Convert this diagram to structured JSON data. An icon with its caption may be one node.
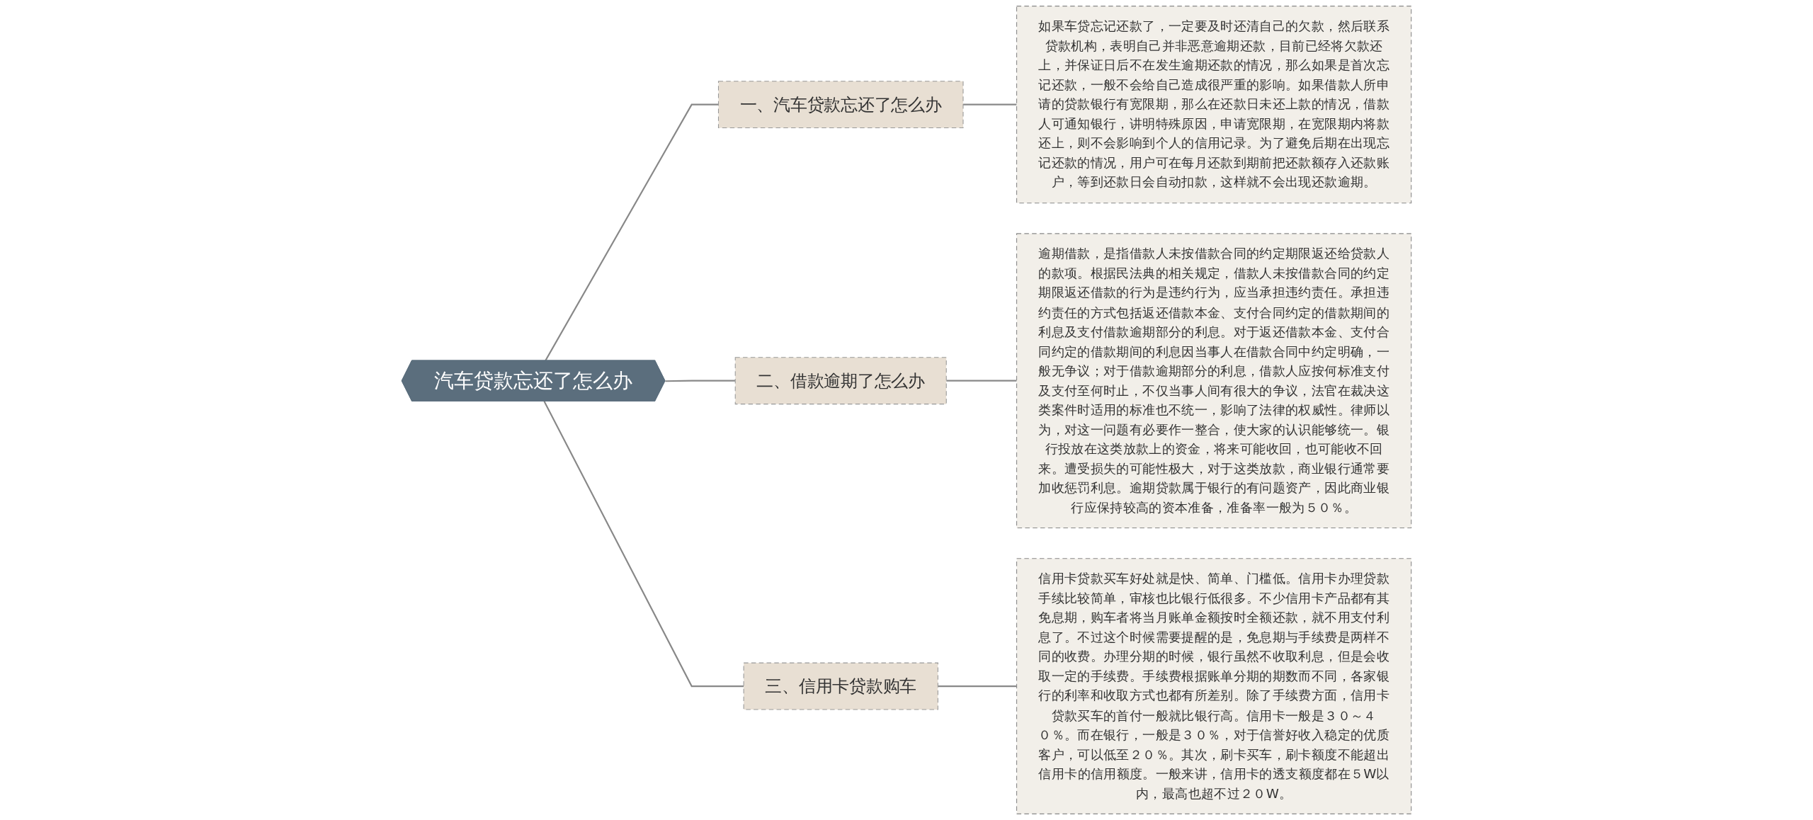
{
  "diagram": {
    "nodes": [
      {
        "text": [
          "汽车贷款忘还了怎么办"
        ]
      },
      {
        "text": [
          "一、汽车贷款忘还了怎么办"
        ]
      },
      {
        "text": [
          "如果车贷忘记还款了，一定要及时还清自己的欠款，然后联系贷款机构，表明自己并非恶意逾期还款，目前已经将欠款还上，并保证日后不在发生逾期还款的情况，那么如果是首次忘记还款，一般不会给自己造成很严重的影响。如果借款人所申请的贷款银行有宽限期，那么在还款日未还上款的情况，借款人可通知银行，讲明特殊原因，申请宽限期，在宽限期内将款还上，则不会影响到个人的信用记录。为了避免后期在出现忘记还款的情况，用户可在每月还款到期前把还款额存入还款账户，等到还款日会自动扣款，这样就不会出现还款逾期。"
        ]
      },
      {
        "text": [
          "二、借款逾期了怎么办"
        ]
      },
      {
        "text": [
          "逾期借款，是指借款人未按借款合同的约定期限返还给贷款人的款项。根据民法典的相关规定，借款人未按借款合同的约定期限返还借款的行为是违约行为，应当承担违约责任。承担违约责任的方式包括返还借款本金、支付合同约定的借款期间的利息及支付借款逾期部分的利息。对于返还借款本金、支付合同约定的借款期间的利息因当事人在借款合同中约定明确，一般无争议；对于借款逾期部分的利息，借款人应按何标准支付及支付至何时止，不仅当事人间有很大的争议，法官在裁决这类案件时适用的标准也不统一，影响了法律的权威性。律师以为，对这一问题有必要作一整合，使大家的认识能够统一。银行投放在这类放款上的资金，将来可能收回，也可能收不回来。遭受损失的可能性极大，对于这类放款，商业银行通常要加收惩罚利息。逾期贷款属于银行的有问题资产，因此商业银行应保持较高的资本准备，准备率一般为５０％。"
        ]
      },
      {
        "text": [
          "三、信用卡贷款购车"
        ]
      },
      {
        "text": [
          "信用卡贷款买车好处就是快、简单、门槛低。信用卡办理贷款手续比较简单，审核也比银行低很多。不少信用卡产品都有其免息期，购车者将当月账单金额按时全额还款，就不用支付利息了。不过这个时候需要提醒的是，免息期与手续费是两样不同的收费。办理分期的时候，银行虽然不收取利息，但是会收取一定的手续费。手续费根据账单分期的期数而不同，各家银行的利率和收取方式也都有所差别。除了手续费方面，信用卡贷款买车的首付一般就比银行高。信用卡一般是３０～４０％。而在银行，一般是３０％，对于信誉好收入稳定的优质客户，可以低至２０％。其次，刷卡买车，刷卡额度不能超出信用卡的信用额度。一般来讲，信用卡的透支额度都在５W以内，最高也超不过２０W。"
        ]
      }
    ],
    "edges": [
      {
        "from": 0,
        "to": 1,
        "arrow": "none"
      },
      {
        "from": 1,
        "to": 2,
        "arrow": "none"
      },
      {
        "from": 0,
        "to": 3,
        "arrow": "none"
      },
      {
        "from": 3,
        "to": 4,
        "arrow": "none"
      },
      {
        "from": 0,
        "to": 5,
        "arrow": "none"
      },
      {
        "from": 5,
        "to": 6,
        "arrow": "none"
      }
    ]
  }
}
